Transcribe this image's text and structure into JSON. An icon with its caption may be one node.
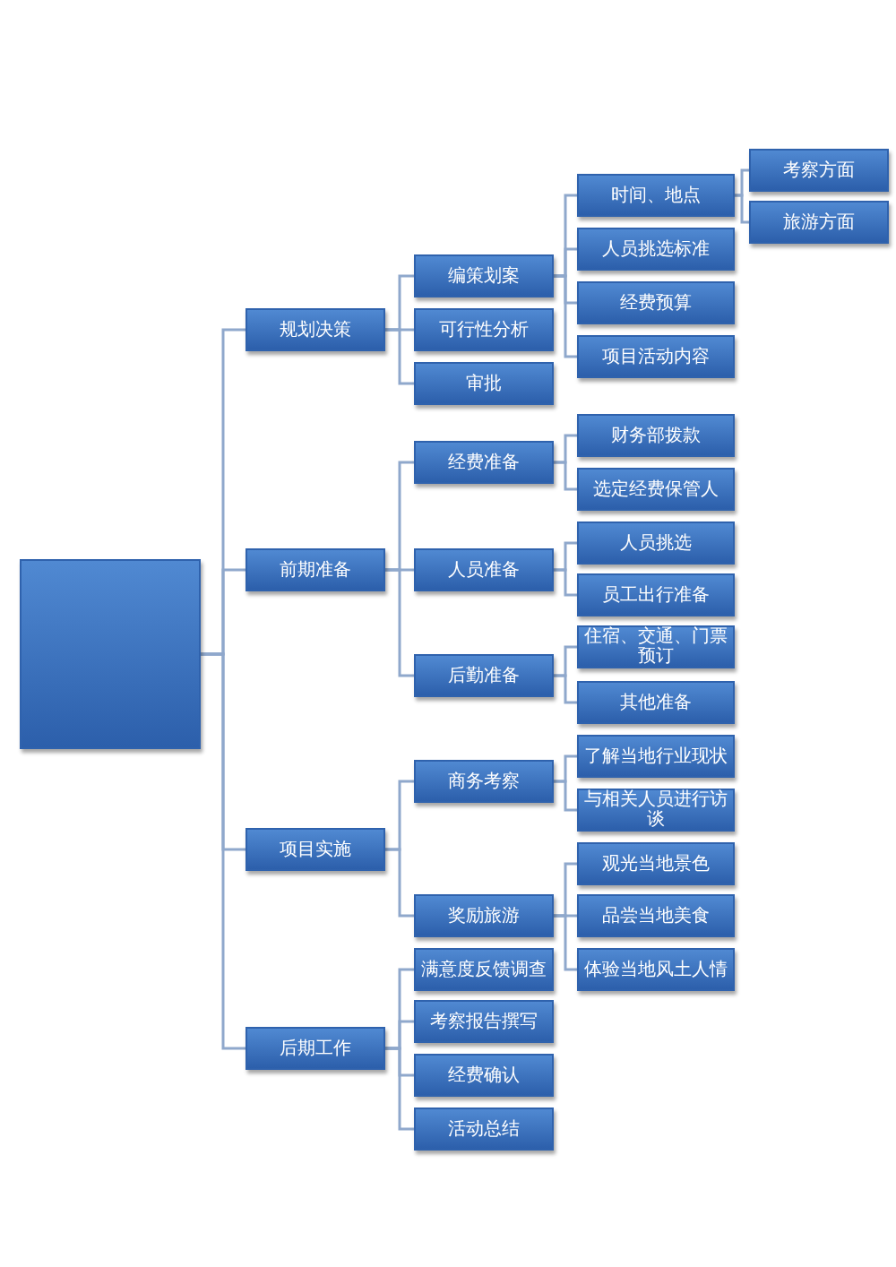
{
  "diagram": {
    "nodes": [
      {
        "text": [],
        "shape": "box"
      },
      {
        "text": [
          "规划决策"
        ]
      },
      {
        "text": [
          "编策划案"
        ]
      },
      {
        "text": [
          "时间、地点"
        ]
      },
      {
        "text": [
          "考察方面"
        ]
      },
      {
        "text": [
          "旅游方面"
        ]
      },
      {
        "text": [
          "人员挑选标准"
        ]
      },
      {
        "text": [
          "经费预算"
        ]
      },
      {
        "text": [
          "项目活动内容"
        ]
      },
      {
        "text": [
          "可行性分析"
        ]
      },
      {
        "text": [
          "审批"
        ]
      },
      {
        "text": [
          "前期准备"
        ]
      },
      {
        "text": [
          "经费准备"
        ]
      },
      {
        "text": [
          "财务部拨款"
        ]
      },
      {
        "text": [
          "选定经费保管人"
        ]
      },
      {
        "text": [
          "人员准备"
        ]
      },
      {
        "text": [
          "人员挑选"
        ]
      },
      {
        "text": [
          "员工出行准备"
        ]
      },
      {
        "text": [
          "后勤准备"
        ]
      },
      {
        "text": [
          "住宿、交通、门票预订"
        ]
      },
      {
        "text": [
          "其他准备"
        ]
      },
      {
        "text": [
          "项目实施"
        ]
      },
      {
        "text": [
          "商务考察"
        ]
      },
      {
        "text": [
          "了解当地行业现状"
        ]
      },
      {
        "text": [
          "与相关人员进行访谈"
        ]
      },
      {
        "text": [
          "奖励旅游"
        ]
      },
      {
        "text": [
          "观光当地景色"
        ]
      },
      {
        "text": [
          "品尝当地美食"
        ]
      },
      {
        "text": [
          "体验当地风土人情"
        ]
      },
      {
        "text": [
          "后期工作"
        ]
      },
      {
        "text": [
          "满意度反馈调查"
        ]
      },
      {
        "text": [
          "考察报告撰写"
        ]
      },
      {
        "text": [
          "经费确认"
        ]
      },
      {
        "text": [
          "活动总结"
        ]
      }
    ],
    "edges": [
      {
        "from": 0,
        "to": 1,
        "arrow": "none"
      },
      {
        "from": 0,
        "to": 11,
        "arrow": "none"
      },
      {
        "from": 0,
        "to": 21,
        "arrow": "none"
      },
      {
        "from": 0,
        "to": 29,
        "arrow": "none"
      },
      {
        "from": 1,
        "to": 2,
        "arrow": "none"
      },
      {
        "from": 1,
        "to": 9,
        "arrow": "none"
      },
      {
        "from": 1,
        "to": 10,
        "arrow": "none"
      },
      {
        "from": 2,
        "to": 3,
        "arrow": "none"
      },
      {
        "from": 2,
        "to": 6,
        "arrow": "none"
      },
      {
        "from": 2,
        "to": 7,
        "arrow": "none"
      },
      {
        "from": 2,
        "to": 8,
        "arrow": "none"
      },
      {
        "from": 3,
        "to": 4,
        "arrow": "none"
      },
      {
        "from": 3,
        "to": 5,
        "arrow": "none"
      },
      {
        "from": 11,
        "to": 12,
        "arrow": "none"
      },
      {
        "from": 11,
        "to": 15,
        "arrow": "none"
      },
      {
        "from": 11,
        "to": 18,
        "arrow": "none"
      },
      {
        "from": 12,
        "to": 13,
        "arrow": "none"
      },
      {
        "from": 12,
        "to": 14,
        "arrow": "none"
      },
      {
        "from": 15,
        "to": 16,
        "arrow": "none"
      },
      {
        "from": 15,
        "to": 17,
        "arrow": "none"
      },
      {
        "from": 18,
        "to": 19,
        "arrow": "none"
      },
      {
        "from": 18,
        "to": 20,
        "arrow": "none"
      },
      {
        "from": 21,
        "to": 22,
        "arrow": "none"
      },
      {
        "from": 21,
        "to": 25,
        "arrow": "none"
      },
      {
        "from": 22,
        "to": 23,
        "arrow": "none"
      },
      {
        "from": 22,
        "to": 24,
        "arrow": "none"
      },
      {
        "from": 25,
        "to": 26,
        "arrow": "none"
      },
      {
        "from": 25,
        "to": 27,
        "arrow": "none"
      },
      {
        "from": 25,
        "to": 28,
        "arrow": "none"
      },
      {
        "from": 29,
        "to": 30,
        "arrow": "none"
      },
      {
        "from": 29,
        "to": 31,
        "arrow": "none"
      },
      {
        "from": 29,
        "to": 32,
        "arrow": "none"
      },
      {
        "from": 29,
        "to": 33,
        "arrow": "none"
      }
    ]
  }
}
